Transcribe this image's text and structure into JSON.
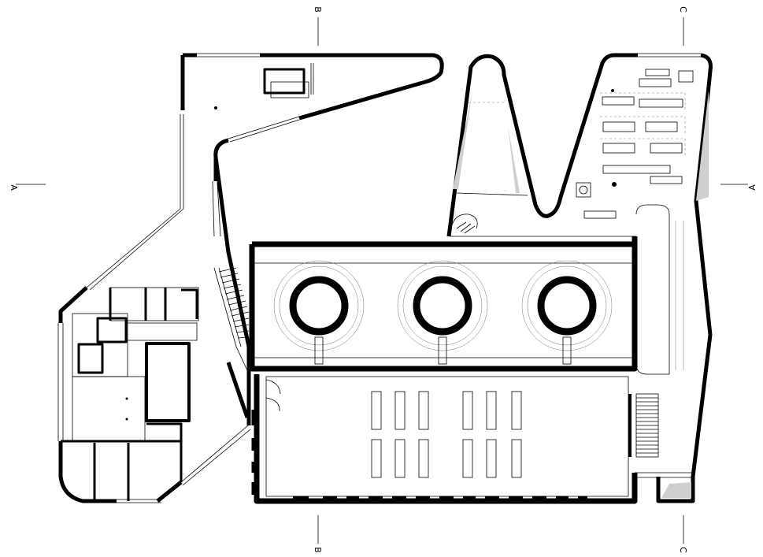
{
  "section_marks": {
    "a_left": "A",
    "a_right": "A",
    "b_top": "B",
    "b_bottom": "B",
    "c_top": "C",
    "c_bottom": "C"
  },
  "colors": {
    "wall": "#000000",
    "background": "#ffffff",
    "fill_grey": "#cfcfcf"
  },
  "features": {
    "rotunda_count": 3,
    "hall_table_columns": 6,
    "hall_table_rows": 2
  }
}
